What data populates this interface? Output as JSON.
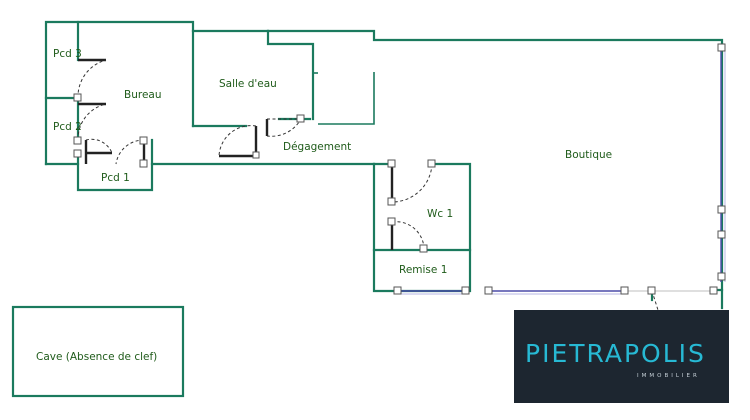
{
  "rooms": {
    "pcd3": "Pcd 3",
    "pcd2": "Pcd 2",
    "bureau": "Bureau",
    "pcd1": "Pcd 1",
    "salle_deau": "Salle d'eau",
    "degagement": "Dégagement",
    "boutique": "Boutique",
    "wc1": "Wc 1",
    "remise1": "Remise 1",
    "cave": "Cave (Absence de clef)"
  },
  "logo": {
    "name": "PIETRAPOLIS",
    "tagline": "IMMOBILIER"
  },
  "colors": {
    "wall": "#1b7a5e",
    "window": "#4b4ba8",
    "label": "#1f5b1a",
    "logo_background": "#1d2630",
    "logo_text": "#27b9d4"
  }
}
